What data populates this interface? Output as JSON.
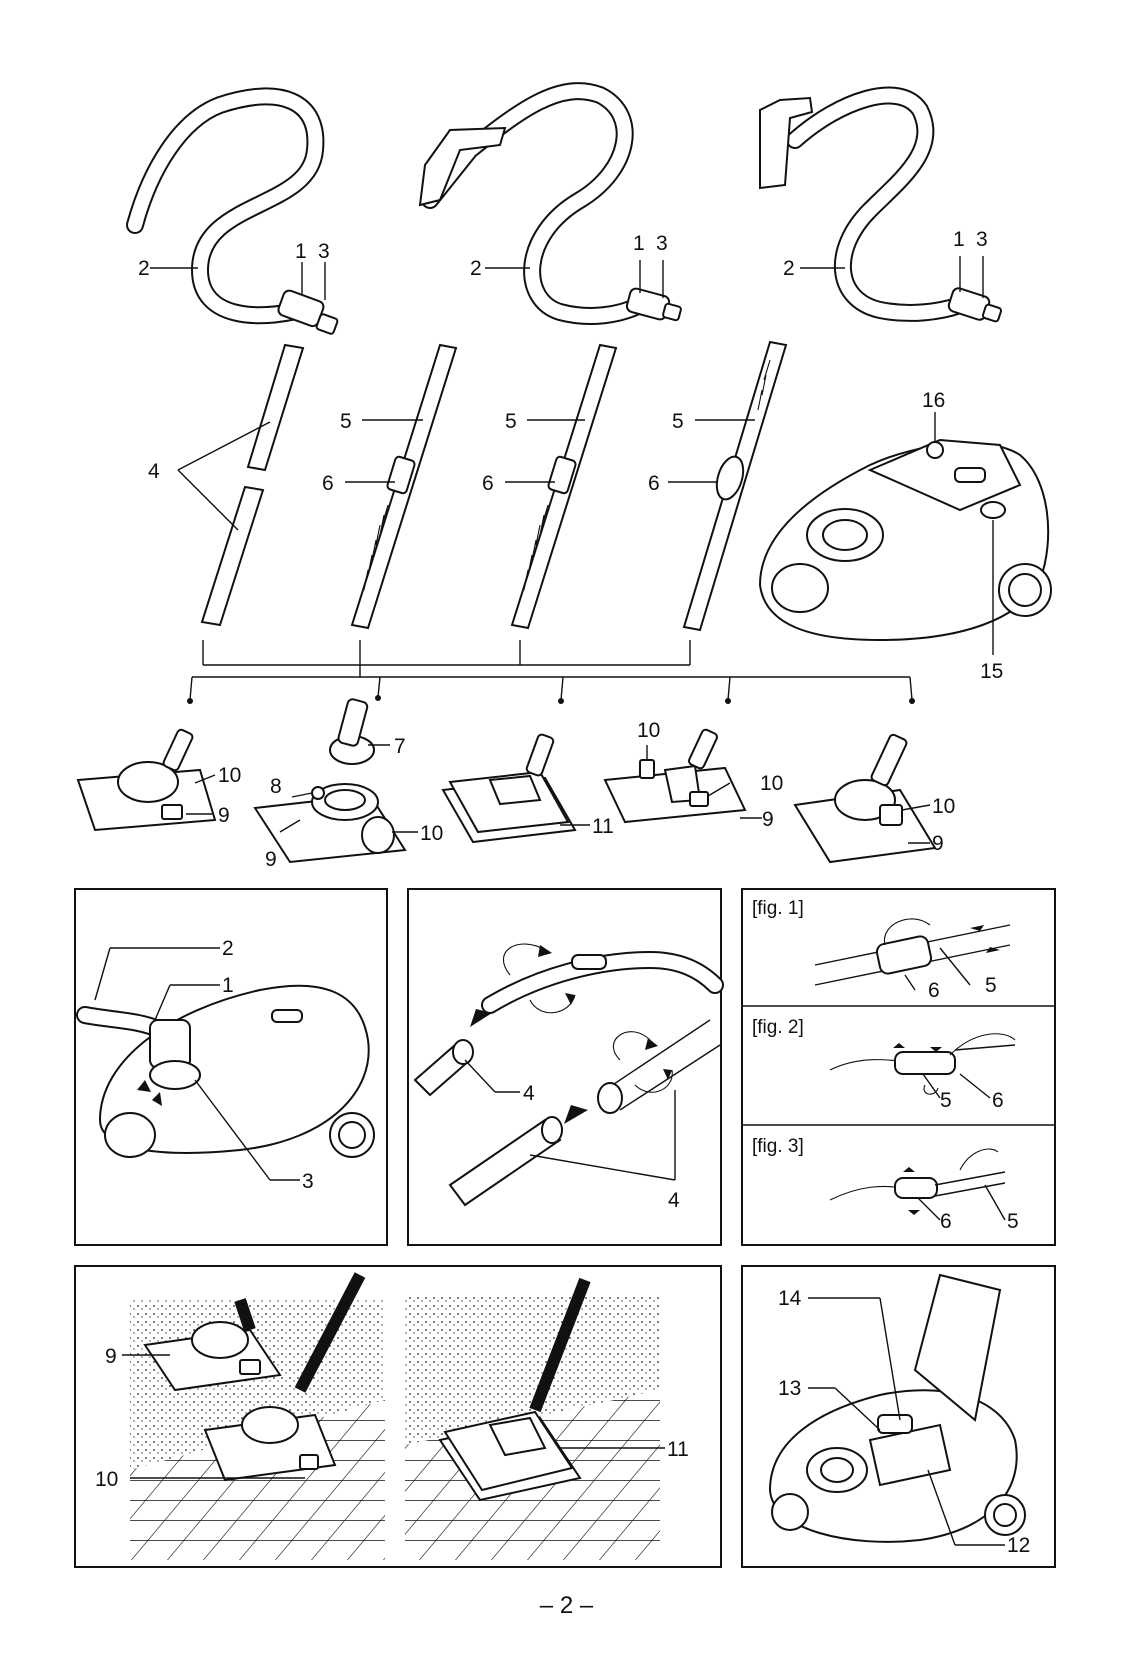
{
  "callouts": {
    "n1": "1",
    "n2": "2",
    "n3": "3",
    "n4": "4",
    "n5": "5",
    "n6": "6",
    "n7": "7",
    "n8": "8",
    "n9": "9",
    "n10": "10",
    "n11": "11",
    "n12": "12",
    "n13": "13",
    "n14": "14",
    "n15": "15",
    "n16": "16"
  },
  "figures": {
    "fig1": "[fig. 1]",
    "fig2": "[fig. 2]",
    "fig3": "[fig. 3]"
  },
  "footer": {
    "page_number": "– 2 –"
  },
  "icons": {
    "rotate_arrow": "curved-rotation-arrow-icon",
    "insert_arrow": "insertion-arrow-icon",
    "slide_arrow": "double-slide-arrow-icon"
  }
}
